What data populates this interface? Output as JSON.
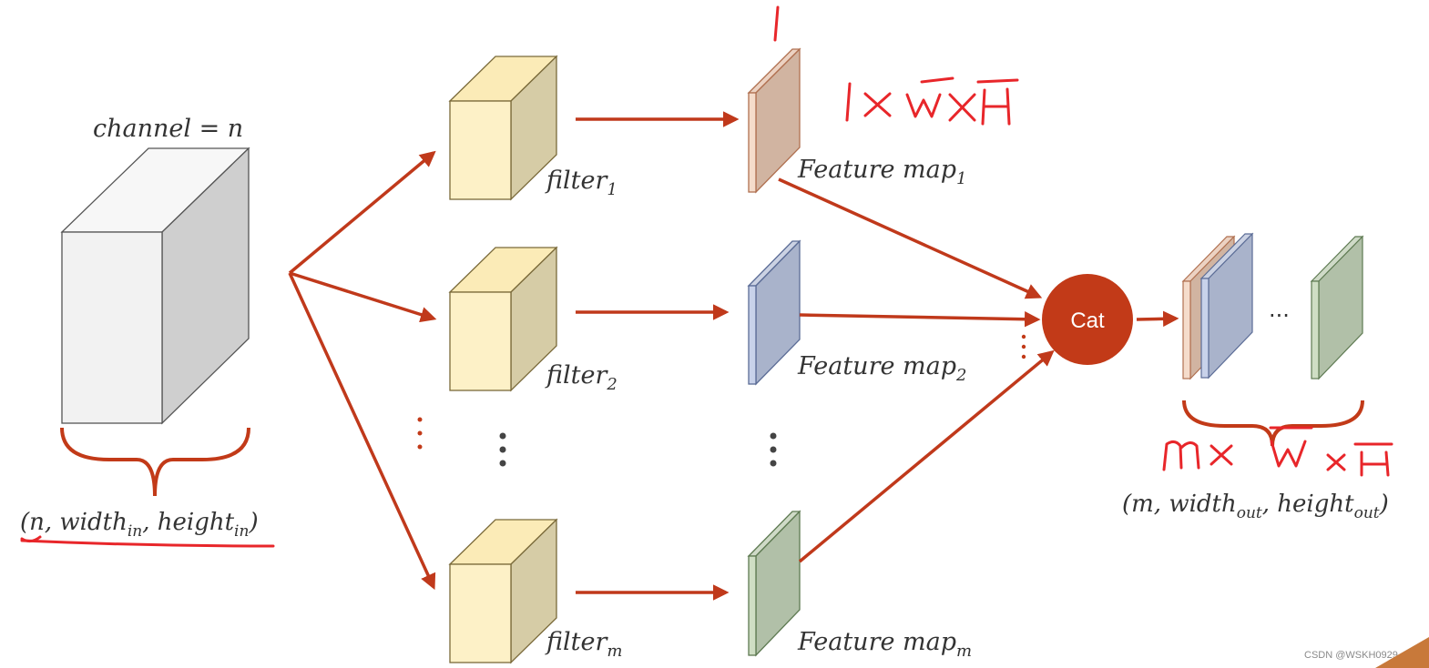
{
  "colors": {
    "arrow": "#c0391b",
    "cat_fill": "#c23a18",
    "ink_red": "#e8262a",
    "filter_front": "#fdf1c7",
    "filter_top": "#fbebb7",
    "filter_side": "#d6cca6",
    "fm1": "#d1b4a1",
    "fm2": "#a9b3cb",
    "fm3": "#b1c0a8",
    "input_front": "#f2f2f2",
    "input_side": "#cfcfcf"
  },
  "input": {
    "channel_label": "channel = n",
    "dims_label": "(n, width",
    "dims_sub_in_1": "in",
    "dims_mid": ", height",
    "dims_sub_in_2": "in",
    "dims_close": ")"
  },
  "filters": [
    {
      "base": "filter",
      "sub": "1"
    },
    {
      "base": "filter",
      "sub": "2"
    },
    {
      "base": "filter",
      "sub": "m"
    }
  ],
  "feature_maps": [
    {
      "base": "Feature map",
      "sub": "1"
    },
    {
      "base": "Feature map",
      "sub": "2"
    },
    {
      "base": "Feature map",
      "sub": "m"
    }
  ],
  "cat_label": "Cat",
  "output": {
    "ellipsis": "···",
    "dims_label": "(m, width",
    "dims_sub_out_1": "out",
    "dims_mid": ", height",
    "dims_sub_out_2": "out",
    "dims_close": ")"
  },
  "annotations": {
    "one": "1",
    "single_size": "1×W̄×H̄",
    "output_size": "m×W̄×H̄"
  },
  "watermark": "CSDN @WSKH0929"
}
